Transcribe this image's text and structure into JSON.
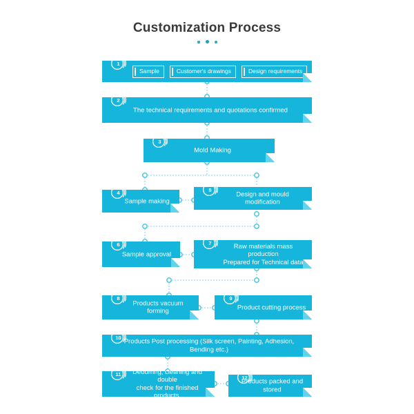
{
  "page": {
    "title": "Customization Process",
    "accent_color": "#16b6dc",
    "accent_light": "#63d3ec",
    "title_color": "#3a3a3a",
    "dot_color": "#2aa8c4",
    "background": "#ffffff"
  },
  "decoration": {
    "dots_count": 3
  },
  "steps": [
    {
      "number": "1",
      "label": "",
      "chips": [
        "Sample",
        "Customer's drawings",
        "Design requirements"
      ]
    },
    {
      "number": "2",
      "label": "The technical requirements and quotations confirmed",
      "chips": []
    },
    {
      "number": "3",
      "label": "Mold Making",
      "chips": []
    },
    {
      "number": "4",
      "label": "Sample making",
      "chips": []
    },
    {
      "number": "5",
      "label": "Design and mould modification",
      "chips": []
    },
    {
      "number": "6",
      "label": "Sample approval",
      "chips": []
    },
    {
      "number": "7",
      "label": "Raw materials mass production\nPrepared for Technical data",
      "chips": []
    },
    {
      "number": "8",
      "label": "Products vacuum forming",
      "chips": []
    },
    {
      "number": "9",
      "label": "Product cutting process",
      "chips": []
    },
    {
      "number": "10",
      "label": "Products Post processing (Silk screen, Painting, Adhesion, Bending etc.)",
      "chips": []
    },
    {
      "number": "11",
      "label": "Deburring, cleaning and double\ncheck for the finished products.",
      "chips": []
    },
    {
      "number": "12",
      "label": "Products packed and stored",
      "chips": []
    }
  ]
}
